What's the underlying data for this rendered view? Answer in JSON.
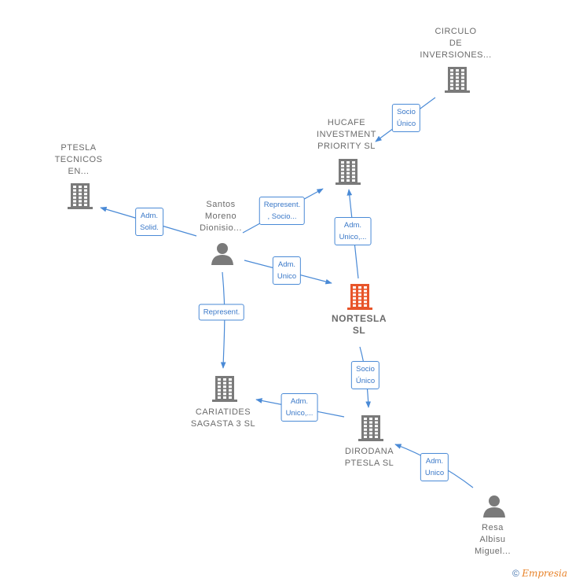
{
  "nodes": {
    "circulo": {
      "lines": [
        "CIRCULO",
        "DE",
        "INVERSIONES..."
      ],
      "icon": "building-icon"
    },
    "hucafe": {
      "lines": [
        "HUCAFE",
        "INVESTMENT",
        "PRIORITY  SL"
      ],
      "icon": "building-icon"
    },
    "ptesla_tecnicos": {
      "lines": [
        "PTESLA",
        "TECNICOS",
        "EN..."
      ],
      "icon": "building-icon"
    },
    "santos": {
      "lines": [
        "Santos",
        "Moreno",
        "Dionisio..."
      ],
      "icon": "person-icon"
    },
    "nortesla": {
      "lines": [
        "NORTESLA",
        "SL"
      ],
      "icon": "building-icon",
      "color": "#e8552a"
    },
    "cariatides": {
      "lines": [
        "CARIATIDES",
        "SAGASTA 3  SL"
      ],
      "icon": "building-icon"
    },
    "dirodana": {
      "lines": [
        "DIRODANA",
        "PTESLA  SL"
      ],
      "icon": "building-icon"
    },
    "resa": {
      "lines": [
        "Resa",
        "Albisu",
        "Miguel..."
      ],
      "icon": "person-icon"
    }
  },
  "edges": [
    {
      "id": "circulo-hucafe",
      "lines": [
        "Socio",
        "Único"
      ]
    },
    {
      "id": "santos-hucafe",
      "lines": [
        "Represent.",
        ", Socio..."
      ]
    },
    {
      "id": "santos-ptesla",
      "lines": [
        "Adm.",
        "Solid."
      ]
    },
    {
      "id": "nortesla-hucafe",
      "lines": [
        "Adm.",
        "Unico,..."
      ]
    },
    {
      "id": "santos-nortesla",
      "lines": [
        "Adm.",
        "Unico"
      ]
    },
    {
      "id": "santos-cariatides",
      "lines": [
        "Represent."
      ]
    },
    {
      "id": "nortesla-dirodana",
      "lines": [
        "Socio",
        "Único"
      ]
    },
    {
      "id": "dirodana-cariatides",
      "lines": [
        "Adm.",
        "Unico,..."
      ]
    },
    {
      "id": "resa-dirodana",
      "lines": [
        "Adm.",
        "Unico"
      ]
    }
  ],
  "colors": {
    "building": "#7a7a7a",
    "focus": "#e8552a",
    "edge": "#4a8ad6"
  },
  "footer": {
    "copyright": "©",
    "brand": "Empresia"
  }
}
